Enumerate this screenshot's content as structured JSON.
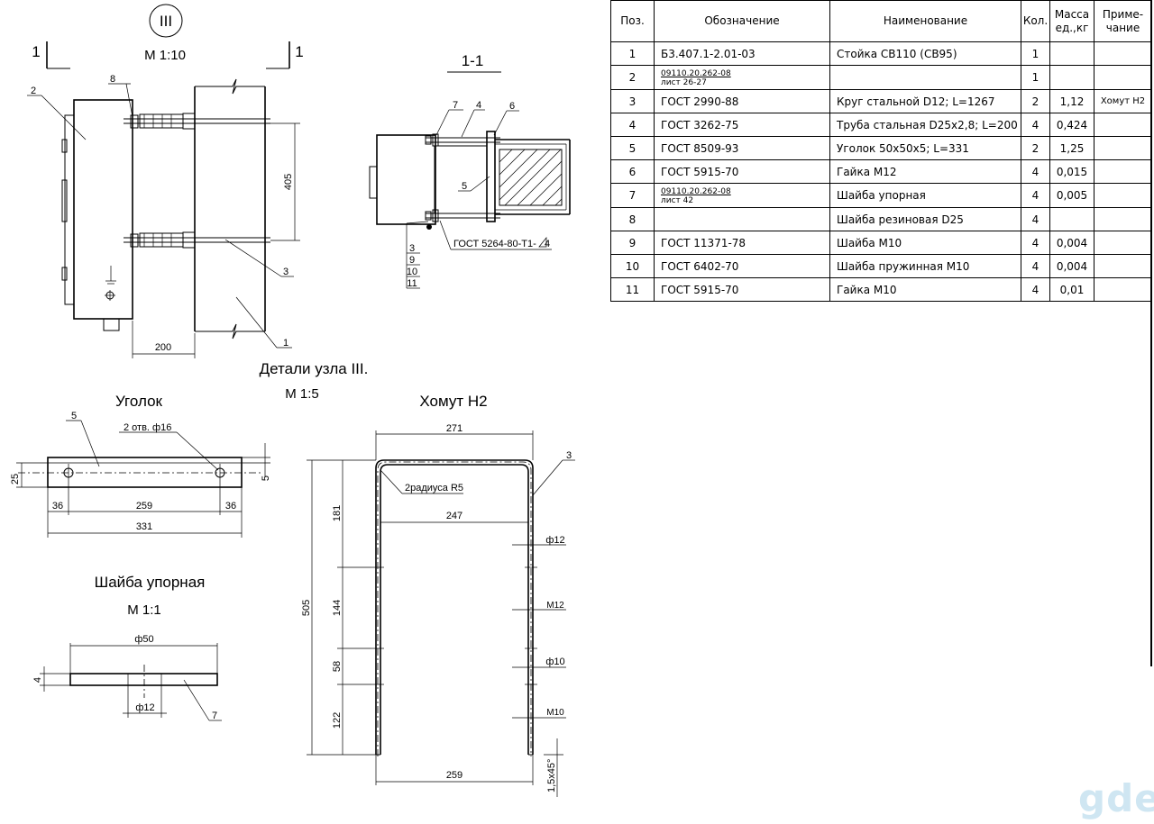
{
  "drawing": {
    "node_label": "III",
    "node_scale": "М 1:10",
    "section_mark": "1",
    "section_title": "1-1",
    "details_title": "Детали узла III.",
    "details_scale": "М 1:5",
    "gost_weld": "ГОСТ 5264-80-Т1-",
    "weld_size": "4",
    "ugolok_title": "Уголок",
    "holes_note": "2 отв. ф16",
    "shayba_title": "Шайба упорная",
    "shayba_scale": "М 1:1",
    "khomut_title": "Хомут Н2",
    "radius_note": "2радиуса R5",
    "leaders_main": [
      "8",
      "2",
      "3",
      "1"
    ],
    "leaders_section": [
      "7",
      "4",
      "6",
      "5",
      "3",
      "9",
      "10",
      "11"
    ],
    "dims_main": [
      "405",
      "200"
    ],
    "dims_ugolok": [
      "25",
      "5",
      "36",
      "259",
      "36",
      "331"
    ],
    "dims_shayba": [
      "ф50",
      "4",
      "ф12",
      "7"
    ],
    "dims_khomut": [
      "271",
      "3",
      "247",
      "181",
      "144",
      "58",
      "122",
      "505",
      "ф12",
      "М12",
      "ф10",
      "М10",
      "259",
      "1,5x45°"
    ]
  },
  "table": {
    "headers": [
      "Поз.",
      "Обозначение",
      "Наименование",
      "Кол.",
      "Масса ед.,кг",
      "Приме-чание"
    ],
    "rows": [
      {
        "pos": "1",
        "designation": "Б3.407.1-2.01-03",
        "designation_sub": "",
        "name": "Стойка СВ110 (СВ95)",
        "qty": "1",
        "mass": "",
        "note": ""
      },
      {
        "pos": "2",
        "designation": "09110.20.262-08",
        "designation_sub": "лист 26-27",
        "name": "",
        "qty": "1",
        "mass": "",
        "note": ""
      },
      {
        "pos": "3",
        "designation": "ГОСТ 2990-88",
        "designation_sub": "",
        "name": "Круг стальной D12; L=1267",
        "qty": "2",
        "mass": "1,12",
        "note": "Хомут Н2"
      },
      {
        "pos": "4",
        "designation": "ГОСТ 3262-75",
        "designation_sub": "",
        "name": "Труба стальная D25х2,8; L=200",
        "qty": "4",
        "mass": "0,424",
        "note": ""
      },
      {
        "pos": "5",
        "designation": "ГОСТ 8509-93",
        "designation_sub": "",
        "name": "Уголок 50х50х5; L=331",
        "qty": "2",
        "mass": "1,25",
        "note": ""
      },
      {
        "pos": "6",
        "designation": "ГОСТ 5915-70",
        "designation_sub": "",
        "name": "Гайка М12",
        "qty": "4",
        "mass": "0,015",
        "note": ""
      },
      {
        "pos": "7",
        "designation": "09110.20.262-08",
        "designation_sub": "лист 42",
        "name": "Шайба упорная",
        "qty": "4",
        "mass": "0,005",
        "note": ""
      },
      {
        "pos": "8",
        "designation": "",
        "designation_sub": "",
        "name": "Шайба резиновая D25",
        "qty": "4",
        "mass": "",
        "note": ""
      },
      {
        "pos": "9",
        "designation": "ГОСТ 11371-78",
        "designation_sub": "",
        "name": "Шайба М10",
        "qty": "4",
        "mass": "0,004",
        "note": ""
      },
      {
        "pos": "10",
        "designation": "ГОСТ 6402-70",
        "designation_sub": "",
        "name": "Шайба пружинная М10",
        "qty": "4",
        "mass": "0,004",
        "note": ""
      },
      {
        "pos": "11",
        "designation": "ГОСТ 5915-70",
        "designation_sub": "",
        "name": "Гайка М10",
        "qty": "4",
        "mass": "0,01",
        "note": ""
      }
    ]
  },
  "watermark": "gde"
}
